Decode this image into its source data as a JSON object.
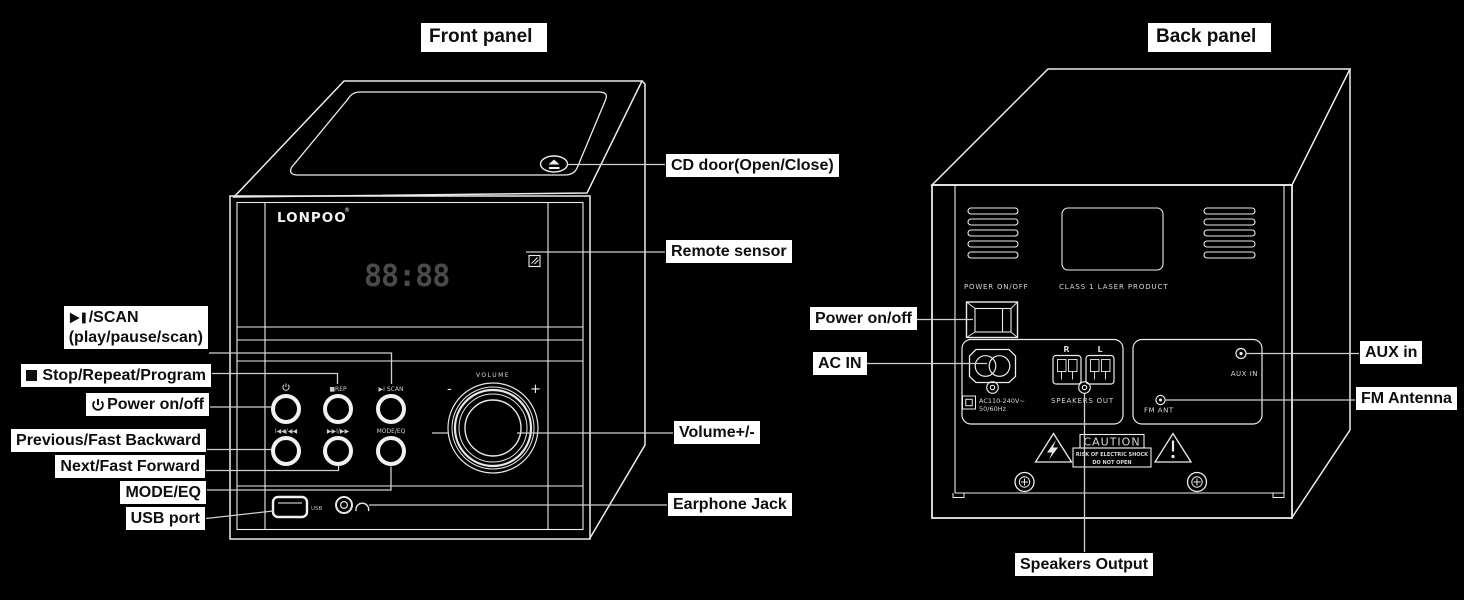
{
  "colors": {
    "background": "#000000",
    "line_art": "#ececec",
    "leader_line": "#cfcfcf",
    "label_background": "#ffffff",
    "label_text": "#0e0e0e",
    "display_segments": "#4a4a4a"
  },
  "front": {
    "title": "Front panel",
    "brand": "LONPOO",
    "brand_reg": "®",
    "display": "88:88",
    "knob": {
      "label": "VOLUME",
      "minus": "-",
      "plus": "+"
    },
    "micro_labels": {
      "rep": "■REP",
      "scan": "▶I SCAN",
      "prev": "I◀◀/◀◀",
      "next": "▶▶I/▶▶",
      "mode": "MODE/EQ",
      "usb": "USB"
    },
    "callouts": {
      "play_scan_line1": "/SCAN",
      "play_scan_line2": "(play/pause/scan)",
      "stop": "Stop/Repeat/Program",
      "power": "Power on/off",
      "previous": "Previous/Fast Backward",
      "next": "Next/Fast Forward",
      "mode": "MODE/EQ",
      "usb": "USB port",
      "cd_door": "CD door(Open/Close)",
      "remote": "Remote sensor",
      "volume": "Volume+/-",
      "earphone": "Earphone Jack"
    }
  },
  "back": {
    "title": "Back panel",
    "panel_texts": {
      "power_switch": "POWER ON/OFF",
      "laser": "CLASS 1 LASER PRODUCT",
      "terminal_r": "R",
      "terminal_l": "L",
      "speakers_out": "SPEAKERS OUT",
      "voltage_line1": "AC110-240V~",
      "voltage_line2": "50/60Hz",
      "aux_in": "AUX IN",
      "fm_ant": "FM ANT",
      "caution_title": "CAUTION",
      "caution_line1": "RISK OF ELECTRIC SHOCK",
      "caution_line2": "DO NOT OPEN"
    },
    "callouts": {
      "power": "Power on/off",
      "ac_in": "AC IN",
      "aux_in": "AUX in",
      "fm_antenna": "FM Antenna",
      "speakers_output": "Speakers Output"
    }
  }
}
